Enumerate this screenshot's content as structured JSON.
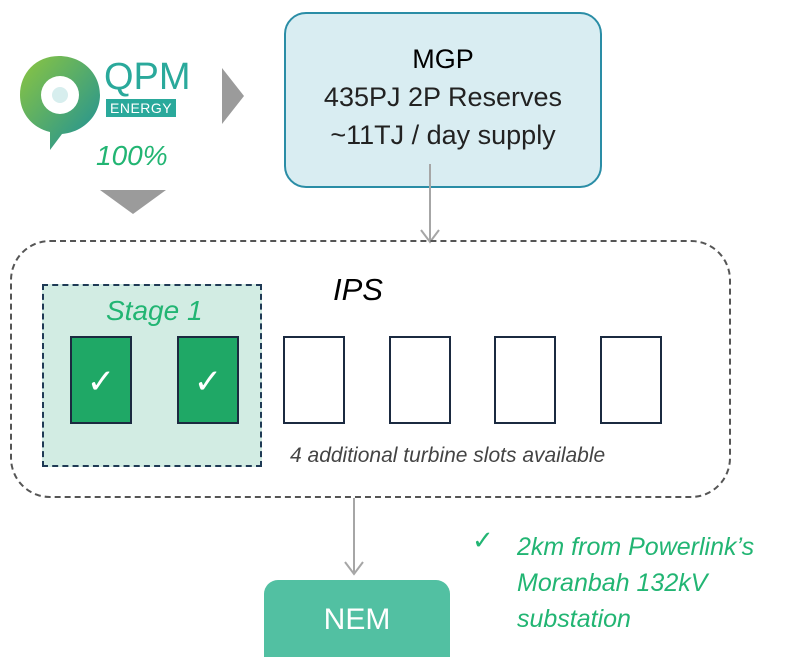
{
  "logo": {
    "brand": "QPM",
    "sub": "ENERGY"
  },
  "ownership": "100%",
  "mgp": {
    "title": "MGP",
    "line1": "435PJ 2P Reserves",
    "line2": "~11TJ / day supply"
  },
  "ips": {
    "label": "IPS",
    "stage_label": "Stage 1",
    "check_mark": "✓",
    "slots_note": "4 additional turbine slots available"
  },
  "nem": {
    "label": "NEM"
  },
  "note": {
    "check_mark": "✓",
    "lines": [
      "2km from Powerlink’s",
      "Moranbah 132kV",
      "substation"
    ]
  },
  "colors": {
    "teal_brand": "#2aa99b",
    "green_accent": "#22b573",
    "turbine_done": "#1fa866",
    "mgp_fill": "#d9edf2",
    "mgp_border": "#2a8da6",
    "stage_fill": "#d2ece3",
    "nem_fill": "#52c0a2"
  }
}
